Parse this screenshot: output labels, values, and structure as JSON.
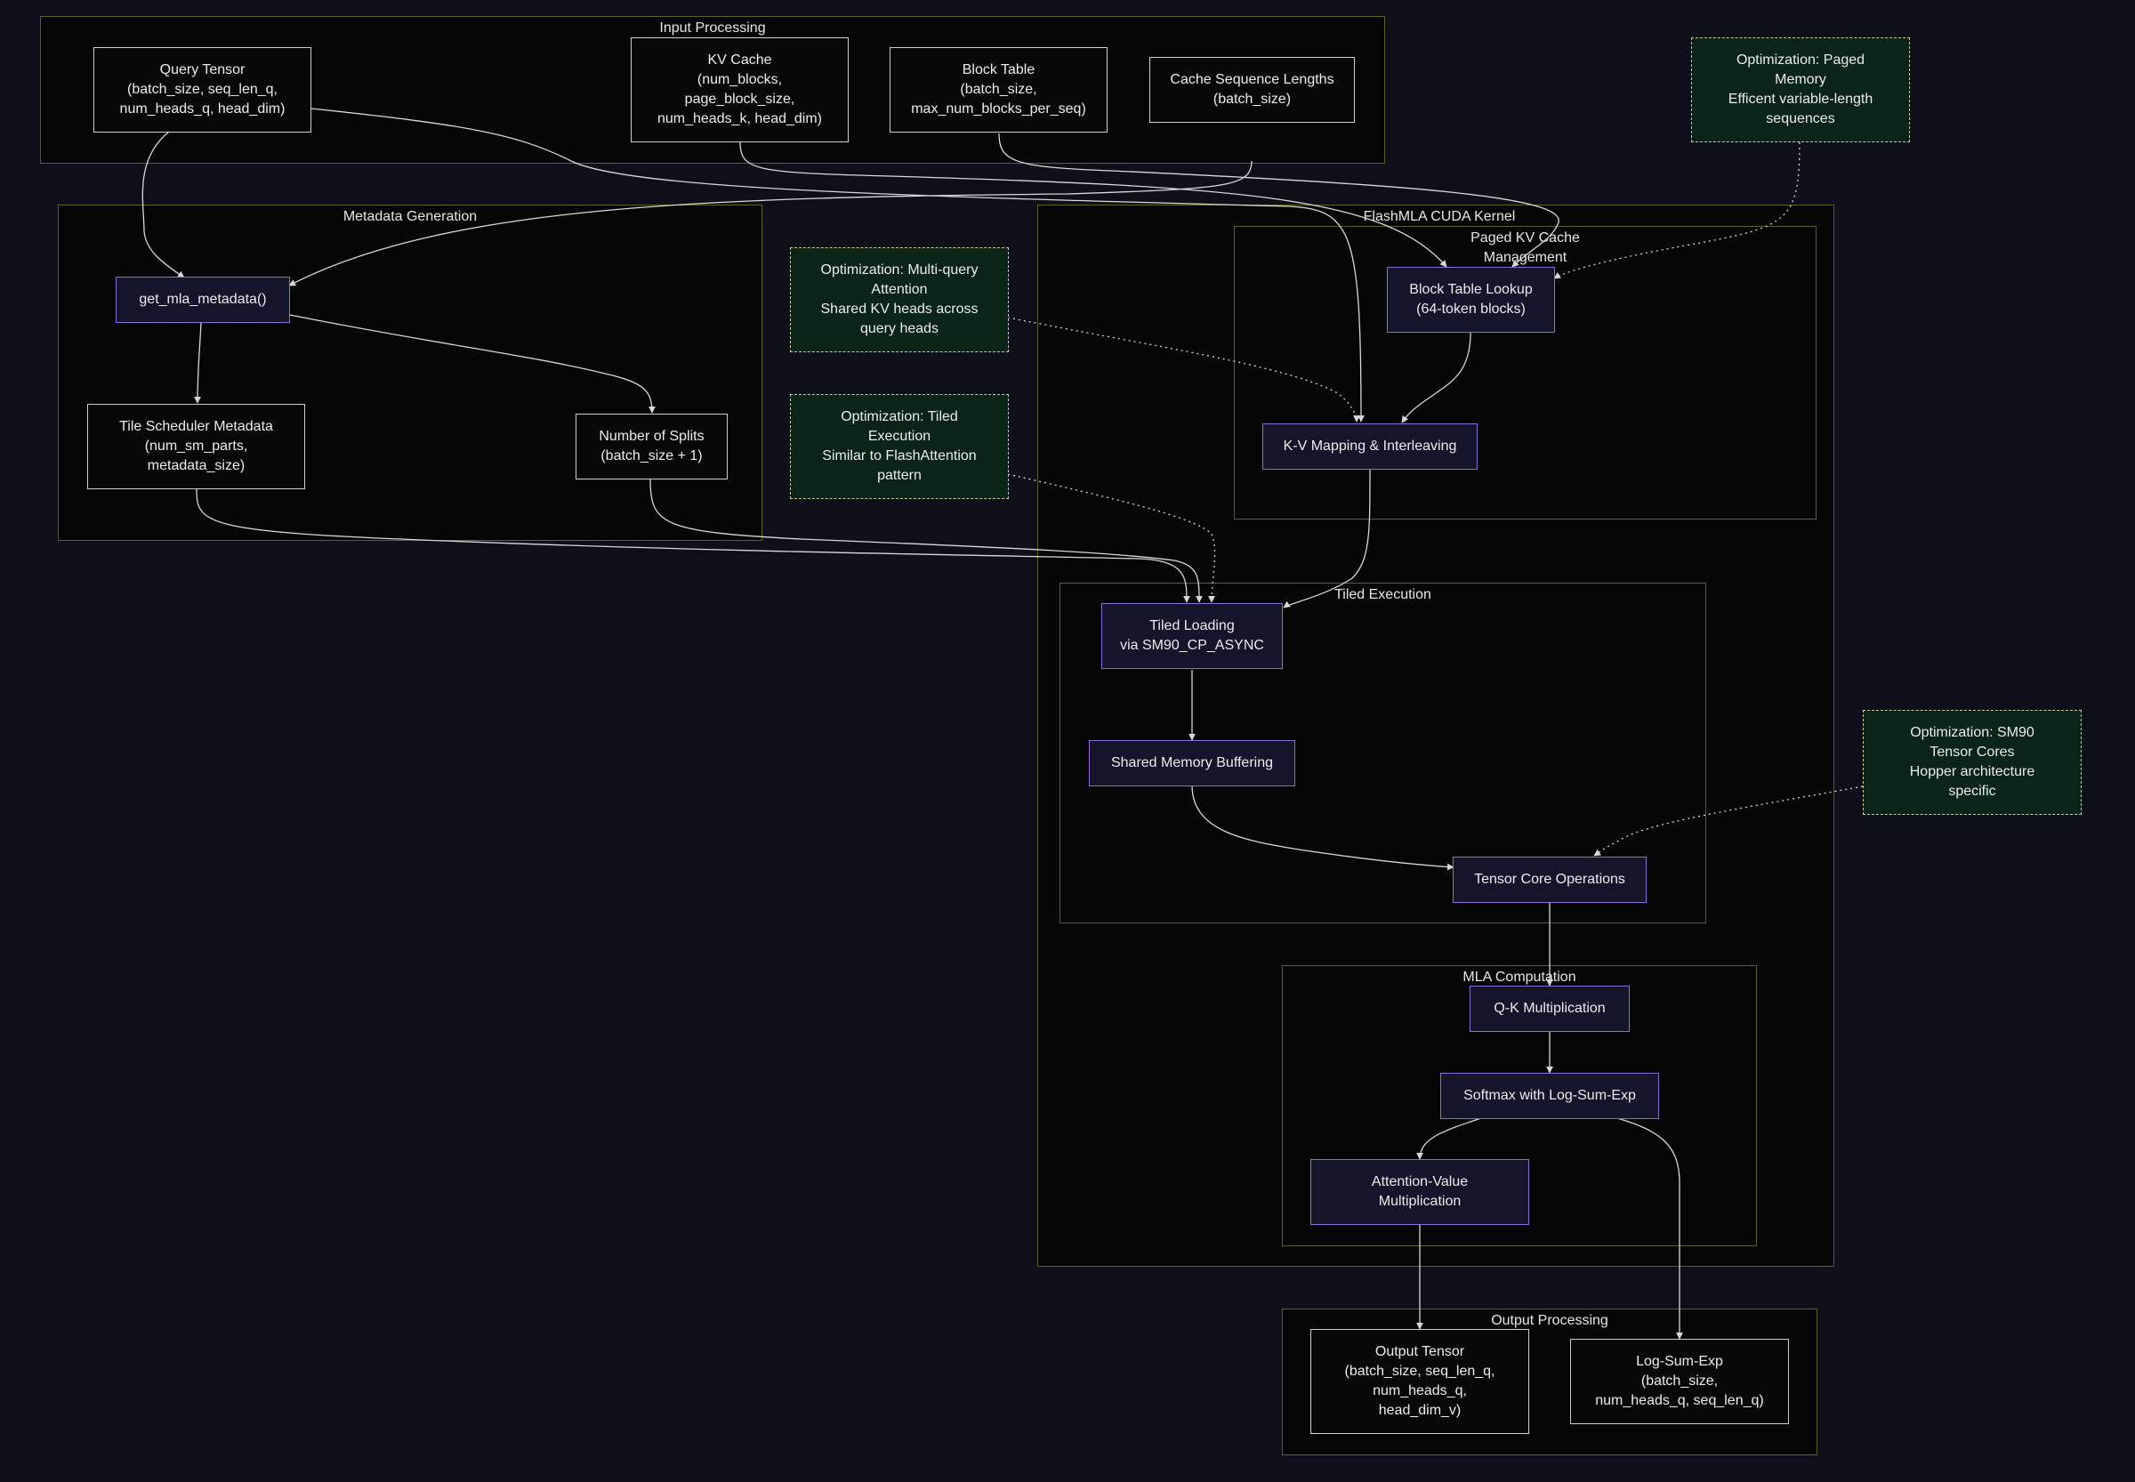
{
  "colors": {
    "background": "#0f0f1a",
    "group_fill": "#060606",
    "group_border": "#5d5f1f",
    "process_fill": "#14142b",
    "process_border": "#8a6fd4",
    "optimization_fill": "#0a2418",
    "optimization_border": "#c9c9a0",
    "io_border": "#cfcfcf",
    "edge": "#d8d8d8"
  },
  "groups": {
    "input_processing": "Input Processing",
    "metadata_generation": "Metadata Generation",
    "flashmla_kernel": "FlashMLA CUDA Kernel",
    "paged_kv_cache": "Paged KV Cache\nManagement",
    "tiled_execution": "Tiled Execution",
    "mla_computation": "MLA Computation",
    "output_processing": "Output Processing"
  },
  "nodes": {
    "query_tensor": "Query Tensor\n(batch_size, seq_len_q,\nnum_heads_q, head_dim)",
    "kv_cache": "KV Cache\n(num_blocks,\npage_block_size,\nnum_heads_k, head_dim)",
    "block_table": "Block Table\n(batch_size,\nmax_num_blocks_per_seq)",
    "cache_seq_lengths": "Cache Sequence Lengths\n(batch_size)",
    "get_mla_metadata": "get_mla_metadata()",
    "tile_scheduler_metadata": "Tile Scheduler Metadata\n(num_sm_parts,\nmetadata_size)",
    "number_of_splits": "Number of Splits\n(batch_size + 1)",
    "block_table_lookup": "Block Table Lookup\n(64-token blocks)",
    "kv_mapping": "K-V Mapping & Interleaving",
    "tiled_loading": "Tiled Loading\nvia SM90_CP_ASYNC",
    "shared_memory_buffering": "Shared Memory Buffering",
    "tensor_core_operations": "Tensor Core Operations",
    "qk_multiplication": "Q-K Multiplication",
    "softmax_lse": "Softmax with Log-Sum-Exp",
    "attention_value_mult": "Attention-Value\nMultiplication",
    "output_tensor": "Output Tensor\n(batch_size, seq_len_q,\nnum_heads_q,\nhead_dim_v)",
    "log_sum_exp": "Log-Sum-Exp\n(batch_size,\nnum_heads_q, seq_len_q)"
  },
  "optimizations": {
    "paged_memory": "Optimization: Paged\nMemory\nEfficent variable-length\nsequences",
    "multi_query": "Optimization: Multi-query\nAttention\nShared KV heads across\nquery heads",
    "tiled_execution": "Optimization: Tiled\nExecution\nSimilar to FlashAttention\npattern",
    "sm90_tensor_cores": "Optimization: SM90\nTensor Cores\nHopper architecture\nspecific"
  }
}
